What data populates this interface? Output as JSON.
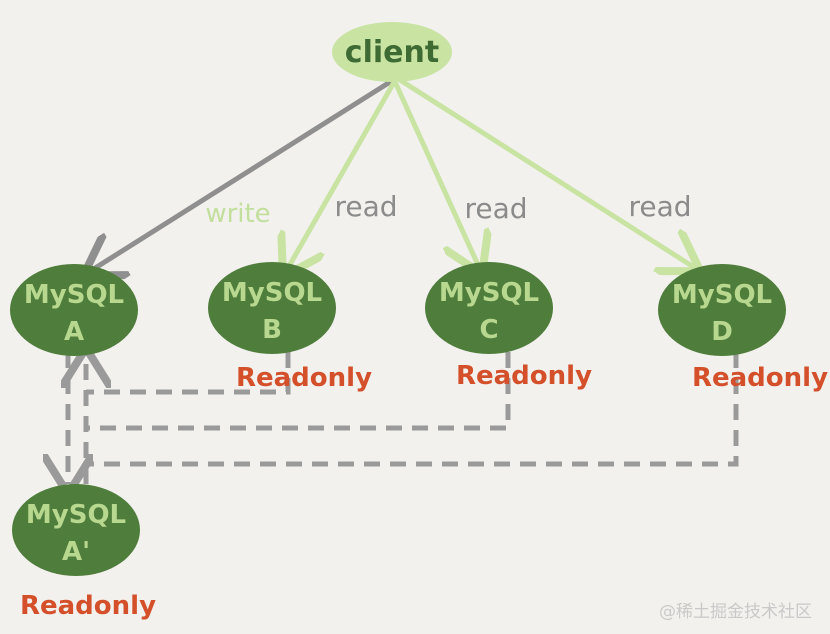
{
  "client": {
    "label": "client"
  },
  "edges": {
    "write": "write",
    "read_b": "read",
    "read_c": "read",
    "read_d": "read"
  },
  "nodes": {
    "a": {
      "line1": "MySQL",
      "line2": "A"
    },
    "b": {
      "line1": "MySQL",
      "line2": "B",
      "status": "Readonly"
    },
    "c": {
      "line1": "MySQL",
      "line2": "C",
      "status": "Readonly"
    },
    "d": {
      "line1": "MySQL",
      "line2": "D",
      "status": "Readonly"
    },
    "a2": {
      "line1": "MySQL",
      "line2": "A'",
      "status": "Readonly"
    }
  },
  "watermark": "@稀土掘金技术社区",
  "colors": {
    "background": "#f2f1ed",
    "node_fill": "#4f7d3c",
    "node_text": "#b9d88f",
    "client_fill": "#c8e3a2",
    "write_arrow": "#8f8f8f",
    "read_arrow": "#c8e3a2",
    "replication_dashed": "#9a9a9a",
    "readonly_text": "#d4502a"
  }
}
